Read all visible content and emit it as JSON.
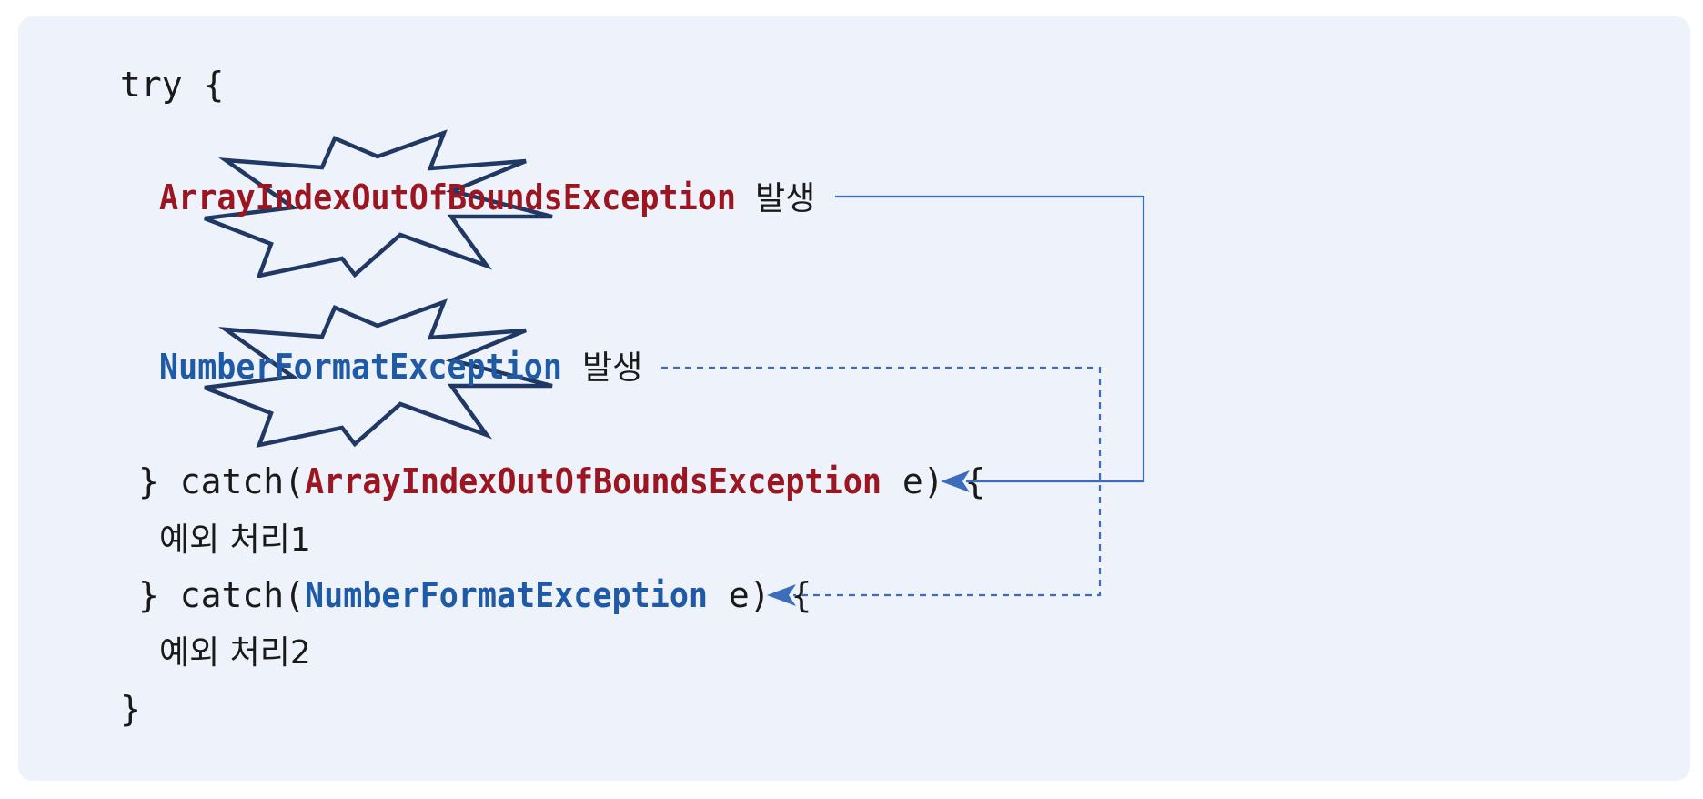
{
  "colors": {
    "exception_red": "#9b1620",
    "exception_blue": "#1f5aa6",
    "arrow": "#3e6cbc",
    "burst": "#1f3864",
    "panel": "#eef2fa",
    "text": "#1a1a1a"
  },
  "code": {
    "try_line": "try {",
    "throw1": {
      "exception": "ArrayIndexOutOfBoundsException",
      "suffix": "발생"
    },
    "throw2": {
      "exception": "NumberFormatException",
      "suffix": "발생"
    },
    "catch1": {
      "prefix": "} catch(",
      "exception": "ArrayIndexOutOfBoundsException",
      "suffix": " e) {",
      "handler": "예외 처리1"
    },
    "catch2": {
      "prefix": "} catch(",
      "exception": "NumberFormatException",
      "suffix": " e) {",
      "handler": "예외 처리2"
    },
    "closing": "}"
  },
  "arrows": [
    {
      "from": "throw1",
      "to": "catch1",
      "style": "solid"
    },
    {
      "from": "throw2",
      "to": "catch2",
      "style": "dashed"
    }
  ]
}
